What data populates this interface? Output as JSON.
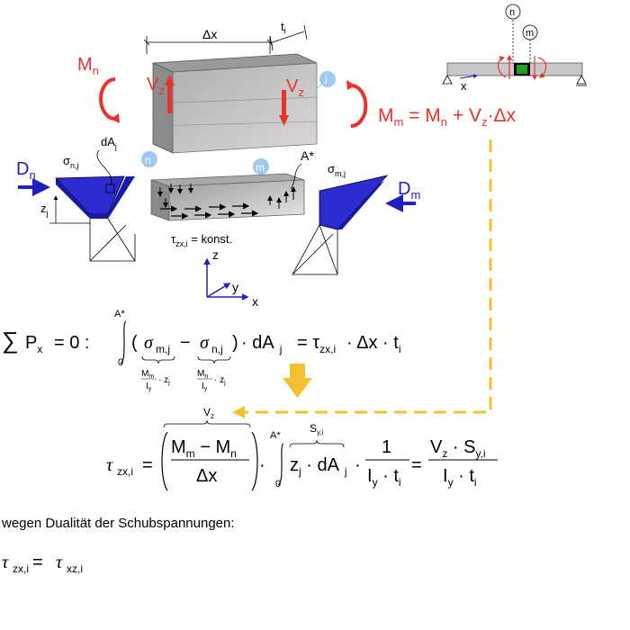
{
  "labels": {
    "delta_x": "Δx",
    "t_i": "t",
    "t_i_sub": "i",
    "M_n": "M",
    "M_n_sub": "n",
    "V_z_left": "V",
    "V_z_left_sub": "z",
    "V_z_right": "V",
    "V_z_right_sub": "z",
    "circle_i": "i",
    "circle_n": "n",
    "circle_m": "m",
    "dA_j": "dA",
    "dA_j_sub": "j",
    "sigma_n": "σ",
    "sigma_n_sub": "n,j",
    "sigma_m": "σ",
    "sigma_m_sub": "m,j",
    "D_n": "D",
    "D_n_sub": "n",
    "D_m": "D",
    "D_m_sub": "m",
    "z_j": "z",
    "z_j_sub": "j",
    "A_star": "A*",
    "tau_konst": "τ",
    "tau_konst_sub": "zx,i",
    "tau_konst_rest": " = konst.",
    "axis_z": "z",
    "axis_y": "y",
    "axis_x": "x",
    "beam_x": "x",
    "beam_n": "n",
    "beam_m": "m",
    "mm_eq_M": "M",
    "mm_eq_sub_m": "m",
    "mm_eq_mid": " = M",
    "mm_eq_sub_n": "n",
    "mm_eq_plus": " + V",
    "mm_eq_sub_z": "z",
    "mm_eq_tail": "·Δx"
  },
  "equation1": {
    "sum": "∑",
    "Px": "P",
    "Px_sub": "x",
    "eq0": "= 0 :",
    "int_upper": "A*",
    "int_lower": "0",
    "open": "(",
    "sigma": "σ",
    "sub_mj": "m,j",
    "minus": "−",
    "sub_nj": "n,j",
    "close": ")",
    "dA": "· dA",
    "dA_sub": "j",
    "eq": "= τ",
    "tau_sub": "zx,i",
    "dx": "· Δx · t",
    "t_sub": "i",
    "ub1_num": "M",
    "ub1_num_sub": "m",
    "ub1_den": "I",
    "ub1_den_sub": "y",
    "ub1_z": "· z",
    "ub1_z_sub": "j",
    "ub2_num": "M",
    "ub2_num_sub": "n",
    "ub2_den": "I",
    "ub2_den_sub": "y",
    "ub2_z": "· z",
    "ub2_z_sub": "j"
  },
  "equation2": {
    "tau": "τ",
    "tau_sub": "zx,i",
    "eq1": "=",
    "Vz_over": "V",
    "Vz_over_sub": "z",
    "Mm": "M",
    "Mm_sub": "m",
    "minus": " − M",
    "Mn_sub": "n",
    "dx": "Δx",
    "dot1": "·",
    "int_upper": "A*",
    "int_lower": "0",
    "Sy_over": "S",
    "Sy_over_sub": "y,i",
    "zj": "z",
    "zj_sub": "j",
    "dA": " · dA",
    "dA_sub": "j",
    "dot2": "·",
    "one": "1",
    "Iy": "I",
    "Iy_sub": "y",
    "ti": " · t",
    "ti_sub": "i",
    "eq2": "=",
    "Vz": "V",
    "Vz_sub": "z",
    "Sy": " · S",
    "Sy_sub": "y,i",
    "Iy2": "I",
    "Iy2_sub": "y",
    "ti2": " · t",
    "ti2_sub": "i"
  },
  "text_duality": "wegen Dualität der Schubspannungen:",
  "equation3": {
    "tau1": "τ",
    "tau1_sub": "zx,i",
    "eq": " = ",
    "tau2": "τ",
    "tau2_sub": "xz,i"
  },
  "colors": {
    "red": "#e8332a",
    "blue": "#2020c0",
    "light_blue": "#9ec9f0",
    "yellow": "#f5c030",
    "gray_block": "#b8b8b8",
    "beam_gray": "#c8c8c8",
    "green": "#1ea01e"
  }
}
